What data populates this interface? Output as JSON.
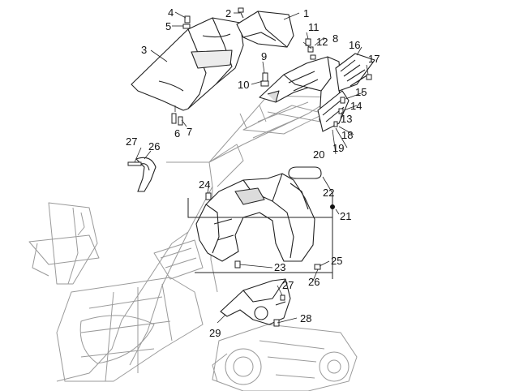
{
  "diagram": {
    "callouts": [
      "1",
      "2",
      "3",
      "4",
      "5",
      "6",
      "7",
      "8",
      "9",
      "10",
      "11",
      "12",
      "13",
      "14",
      "15",
      "16",
      "17",
      "18",
      "19",
      "20",
      "21",
      "22",
      "23",
      "24",
      "25",
      "26",
      "27",
      "26",
      "27",
      "28",
      "29"
    ],
    "colors": {
      "line": "#222222",
      "ghost": "#9a9a9a",
      "fill": "#ffffff",
      "shade": "#cfcfcf",
      "dot": "#111111"
    }
  }
}
